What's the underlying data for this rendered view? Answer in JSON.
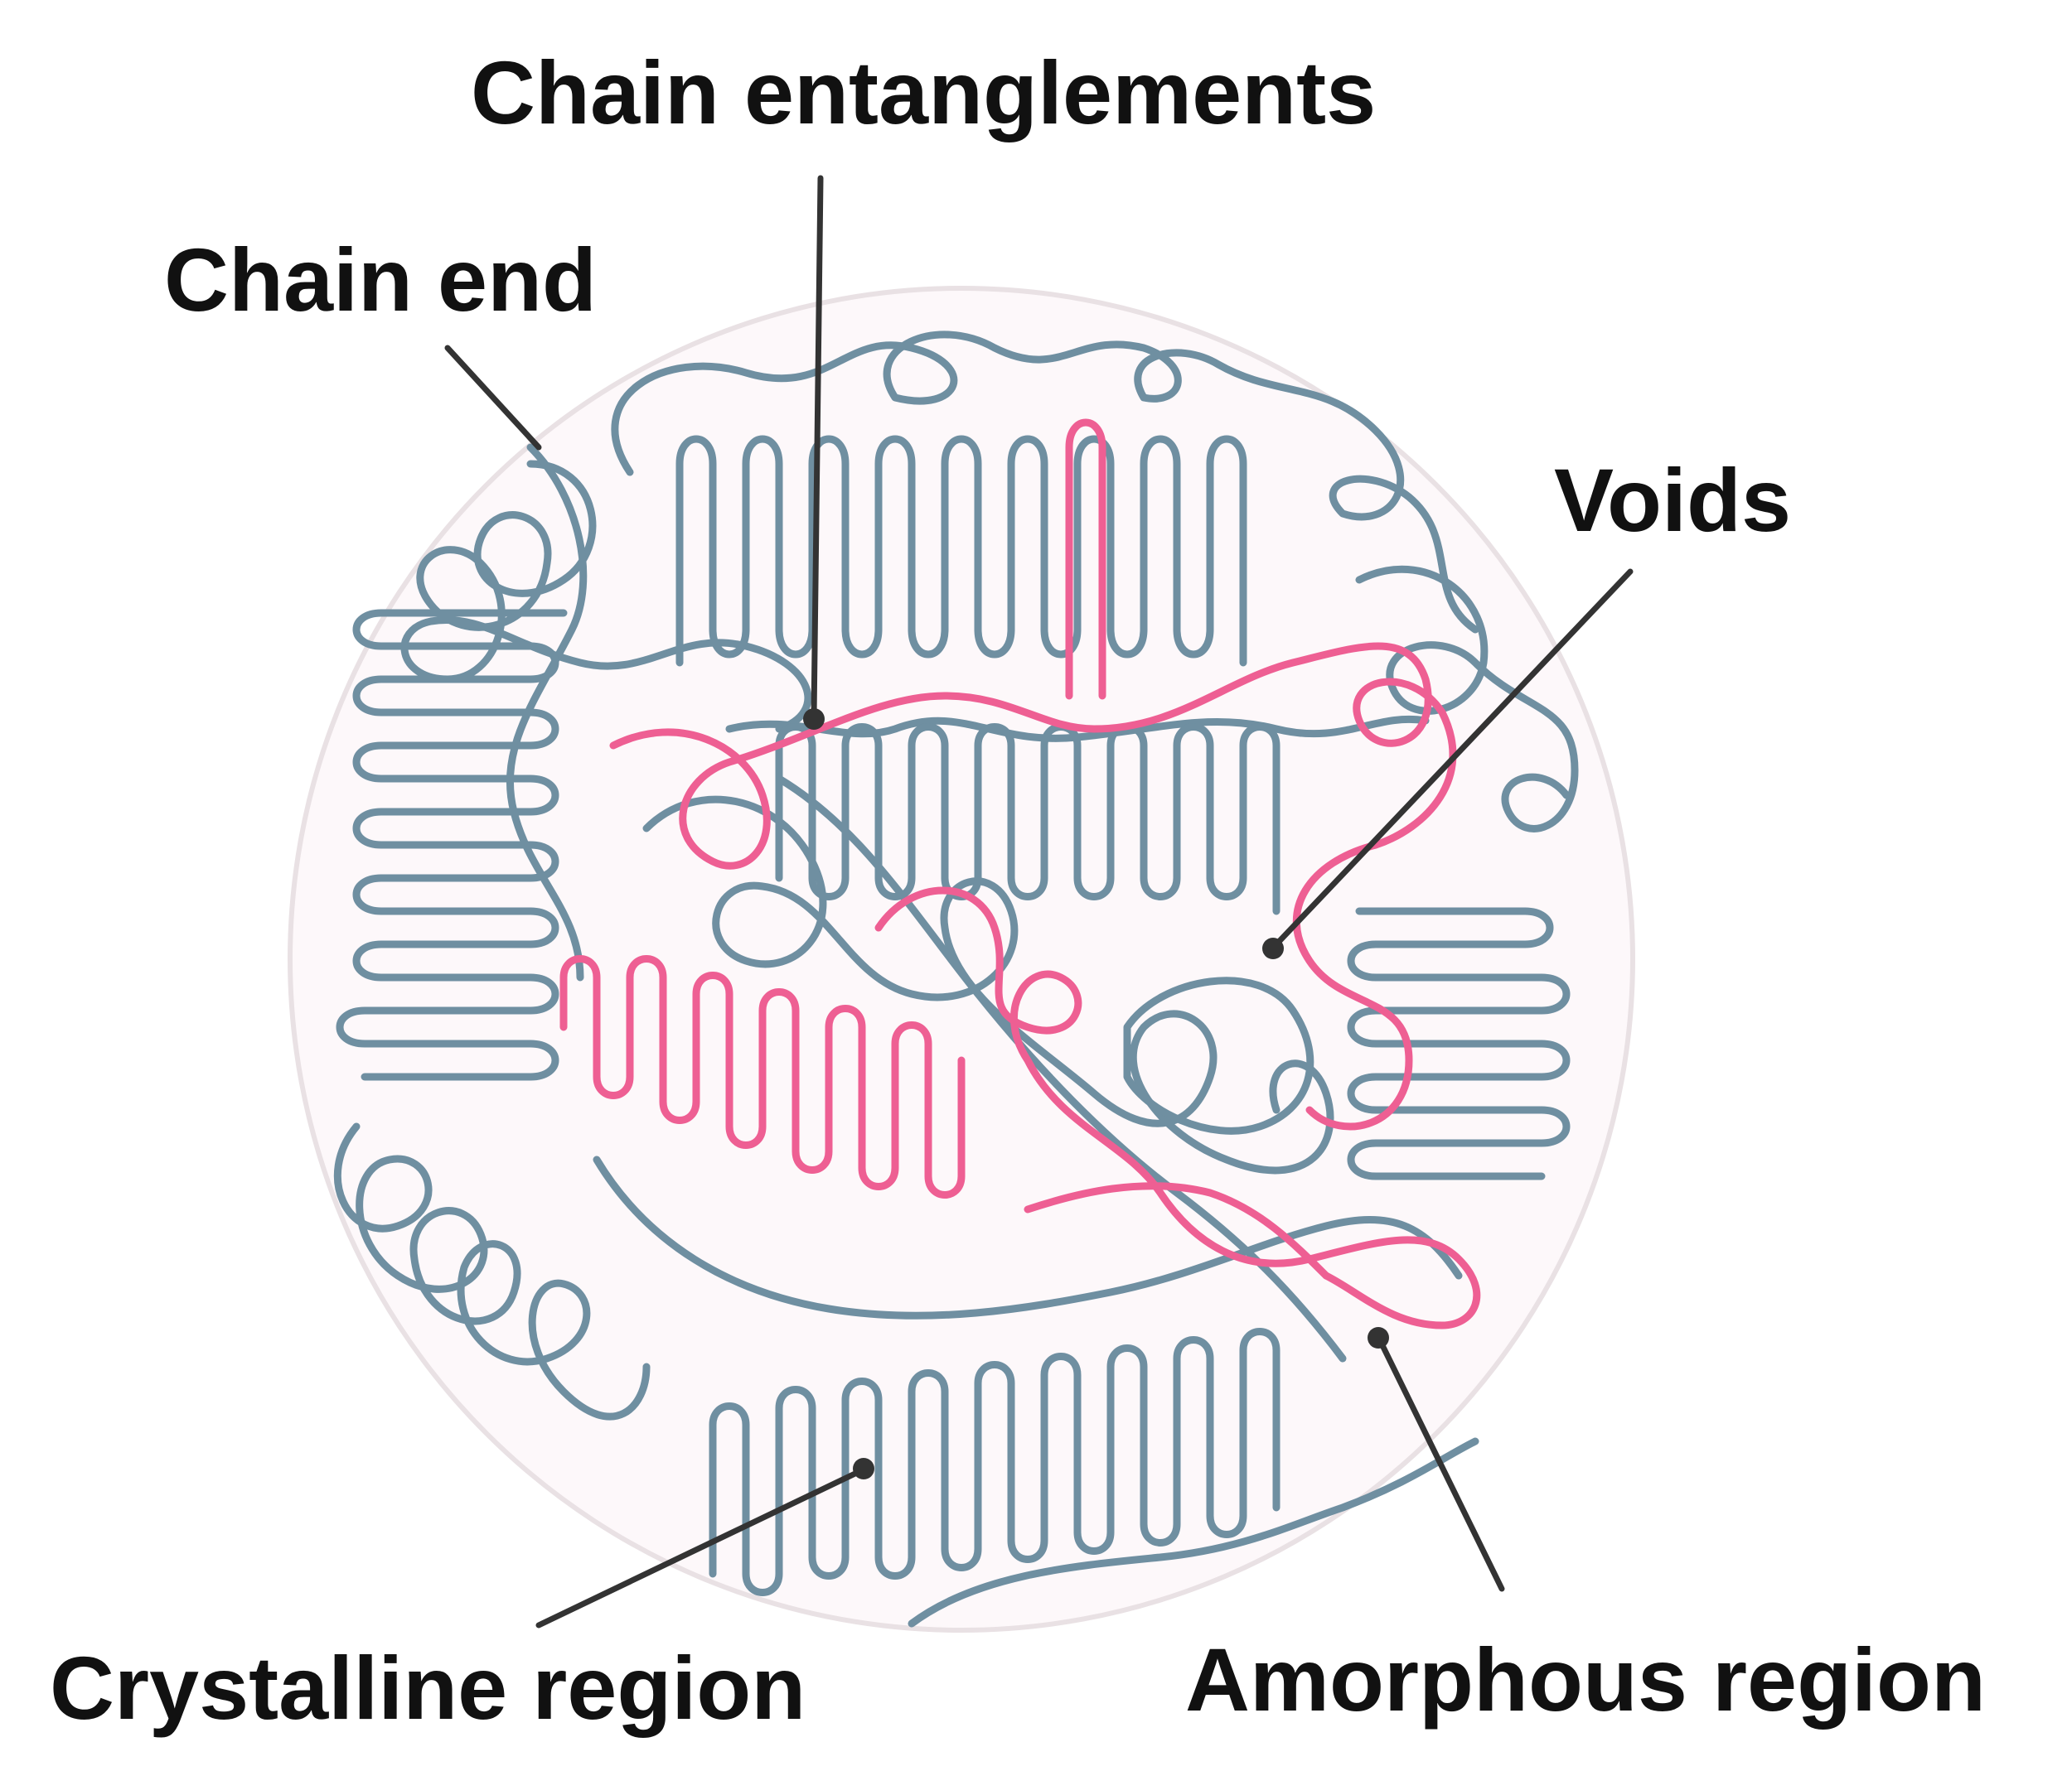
{
  "labels": {
    "chain_entanglements": "Chain entanglements",
    "chain_end": "Chain end",
    "voids": "Voids",
    "crystalline_region": "Crystalline region",
    "amorphous_region": "Amorphous region"
  },
  "colors": {
    "chain_primary": "#6f8fa1",
    "chain_highlight": "#ee5f93",
    "circle_fill": "#fdf8fa",
    "circle_outline": "#e9e1e4",
    "leader_line": "#333333",
    "text": "#111111"
  }
}
